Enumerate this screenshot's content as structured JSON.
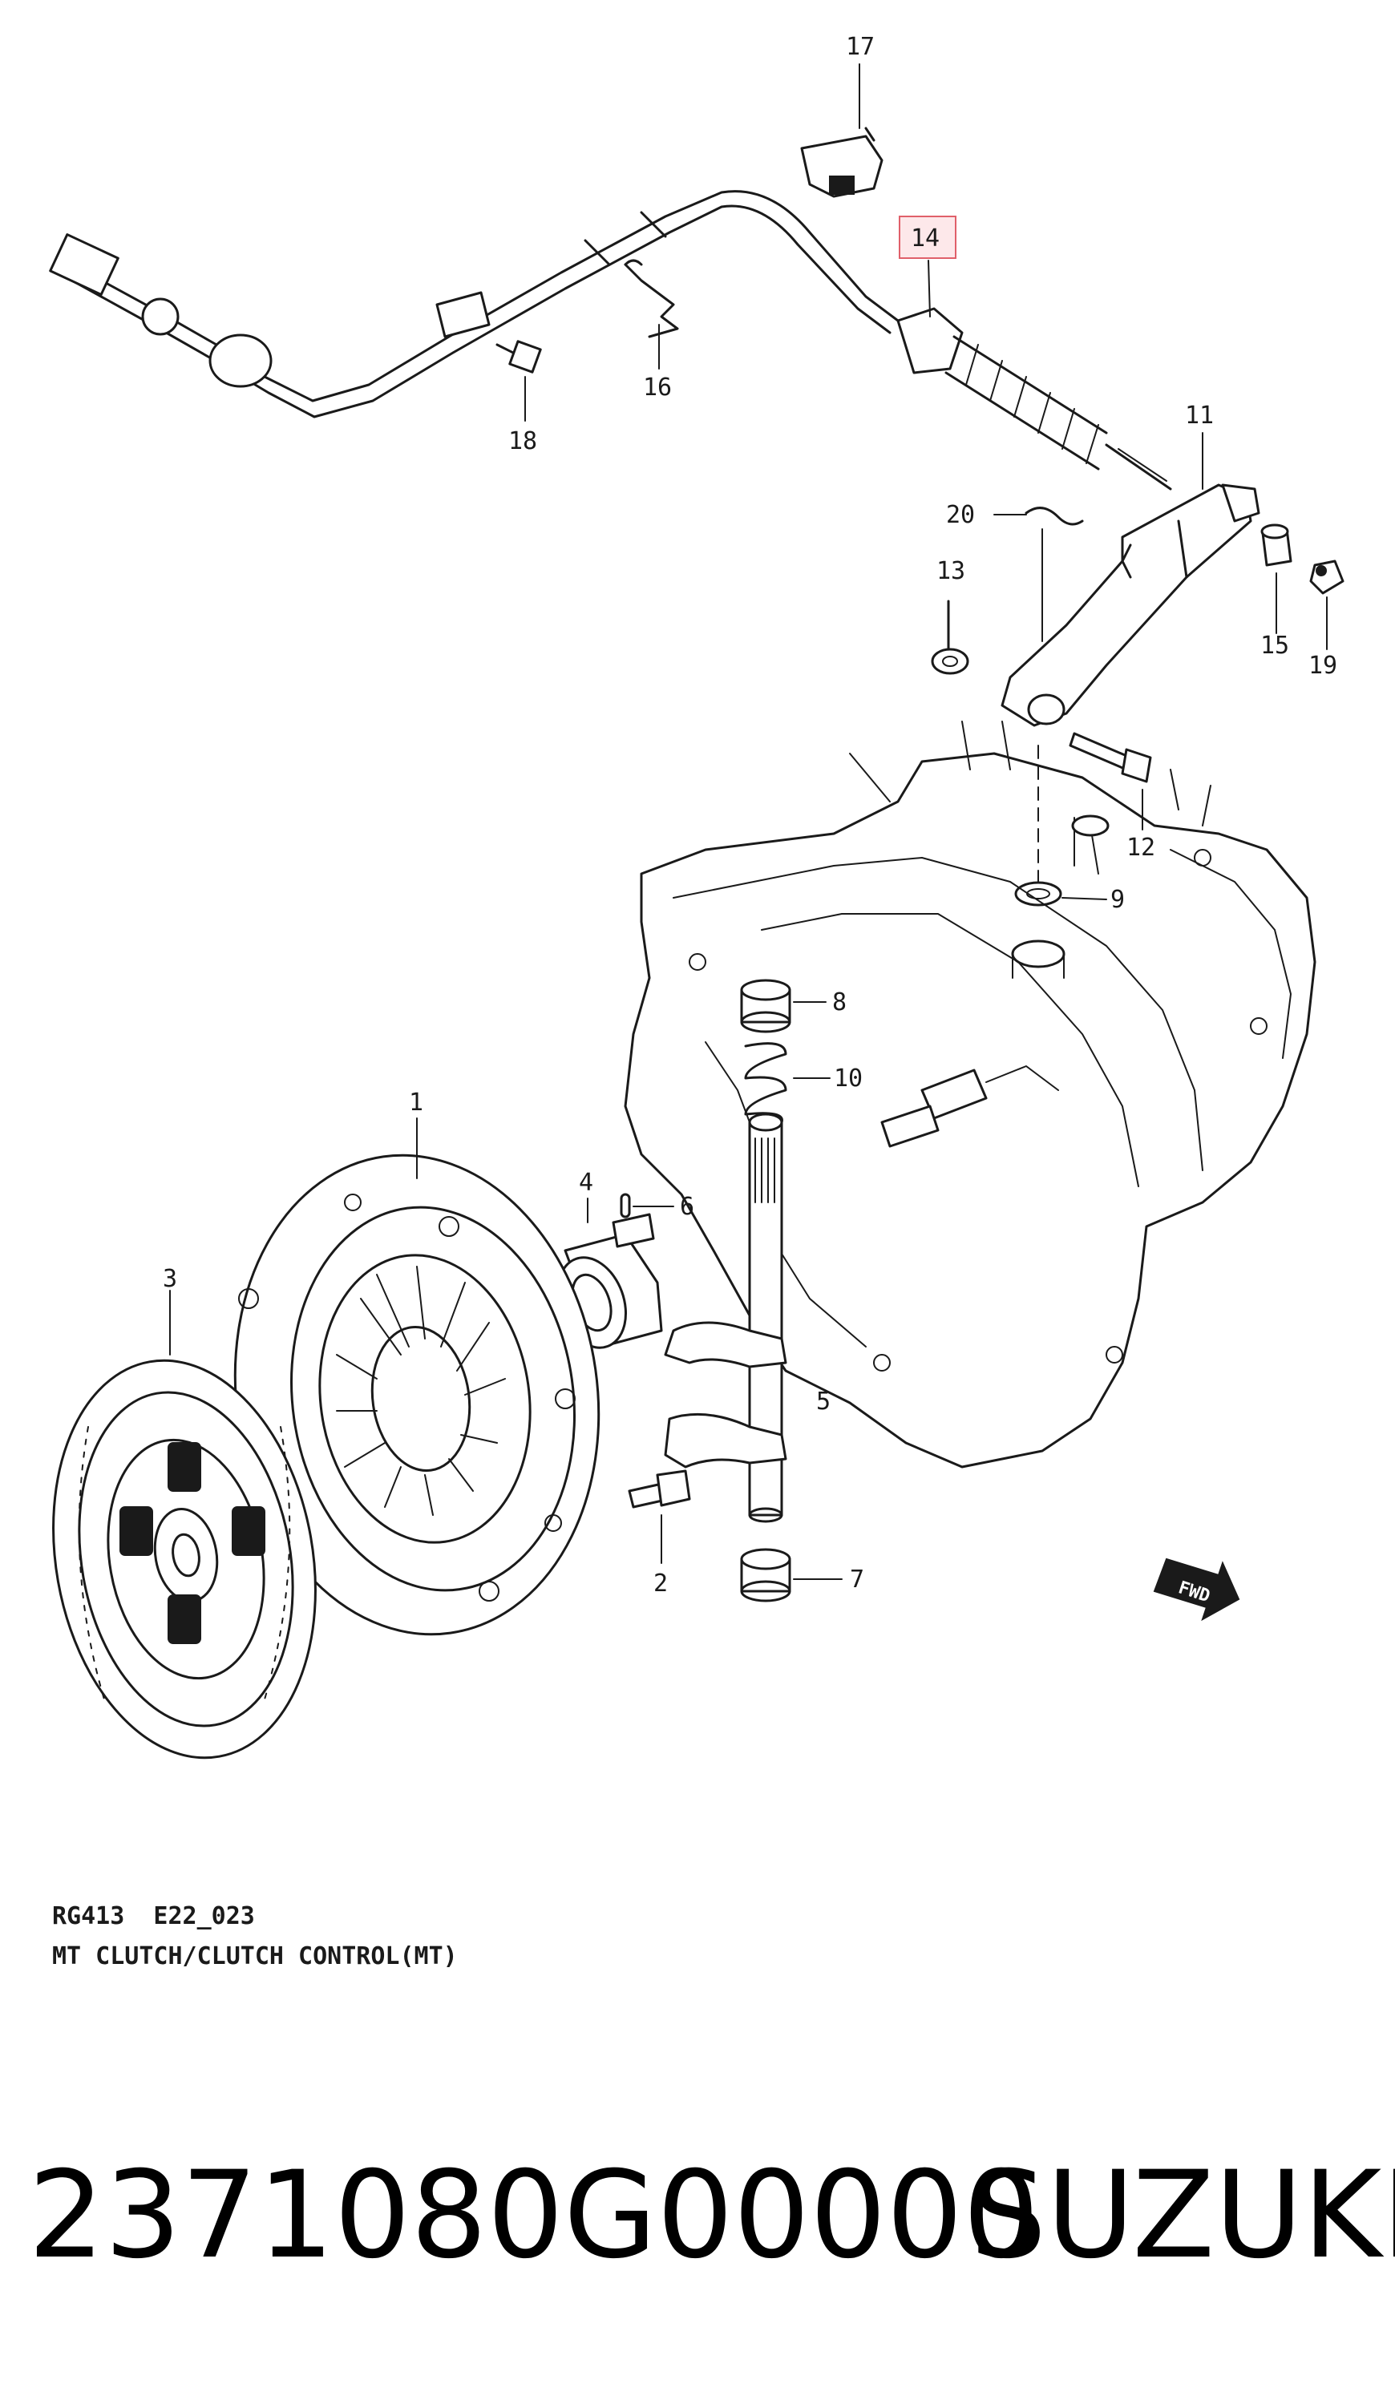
{
  "diagram": {
    "code": "RG413  E22_023",
    "title": "MT CLUTCH/CLUTCH CONTROL(MT)"
  },
  "highlighted_part": "14",
  "callouts": {
    "c1": "1",
    "c2": "2",
    "c3": "3",
    "c4": "4",
    "c5": "5",
    "c6": "6",
    "c7": "7",
    "c8": "8",
    "c9": "9",
    "c10": "10",
    "c11": "11",
    "c12": "12",
    "c13": "13",
    "c14": "14",
    "c15": "15",
    "c16": "16",
    "c17": "17",
    "c18": "18",
    "c19": "19",
    "c20": "20"
  },
  "banner": {
    "part_number": "2371080G00000",
    "brand": "SUZUKI"
  },
  "colors": {
    "line": "#1a1a1a",
    "highlight_border": "#e0606a",
    "highlight_fill": "#fde8ea"
  }
}
